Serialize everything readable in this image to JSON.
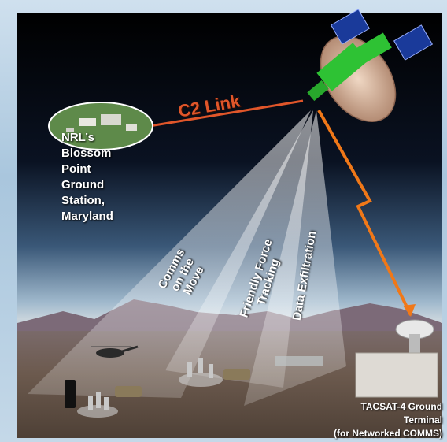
{
  "links": {
    "c2": "C2 Link"
  },
  "ground_station": {
    "lines": [
      "NRL’s",
      "Blossom",
      "Point",
      "Ground",
      "Station,",
      "Maryland"
    ]
  },
  "beams": {
    "comms_on_move": [
      "Comms",
      "on the",
      "Move"
    ],
    "friendly_force": [
      "Friendly Force",
      "Tracking"
    ],
    "data_exfil": [
      "Data Exfiltration"
    ]
  },
  "terminal": {
    "lines": [
      "TACSAT-4    Ground",
      "Terminal",
      "(for Networked COMMS)"
    ]
  },
  "colors": {
    "c2_link": "#e0562a",
    "downlink": "#f07818",
    "satellite_body": "#2ec234",
    "dish": "#d8b8a0",
    "solar_panel": "#1a3a9a"
  }
}
